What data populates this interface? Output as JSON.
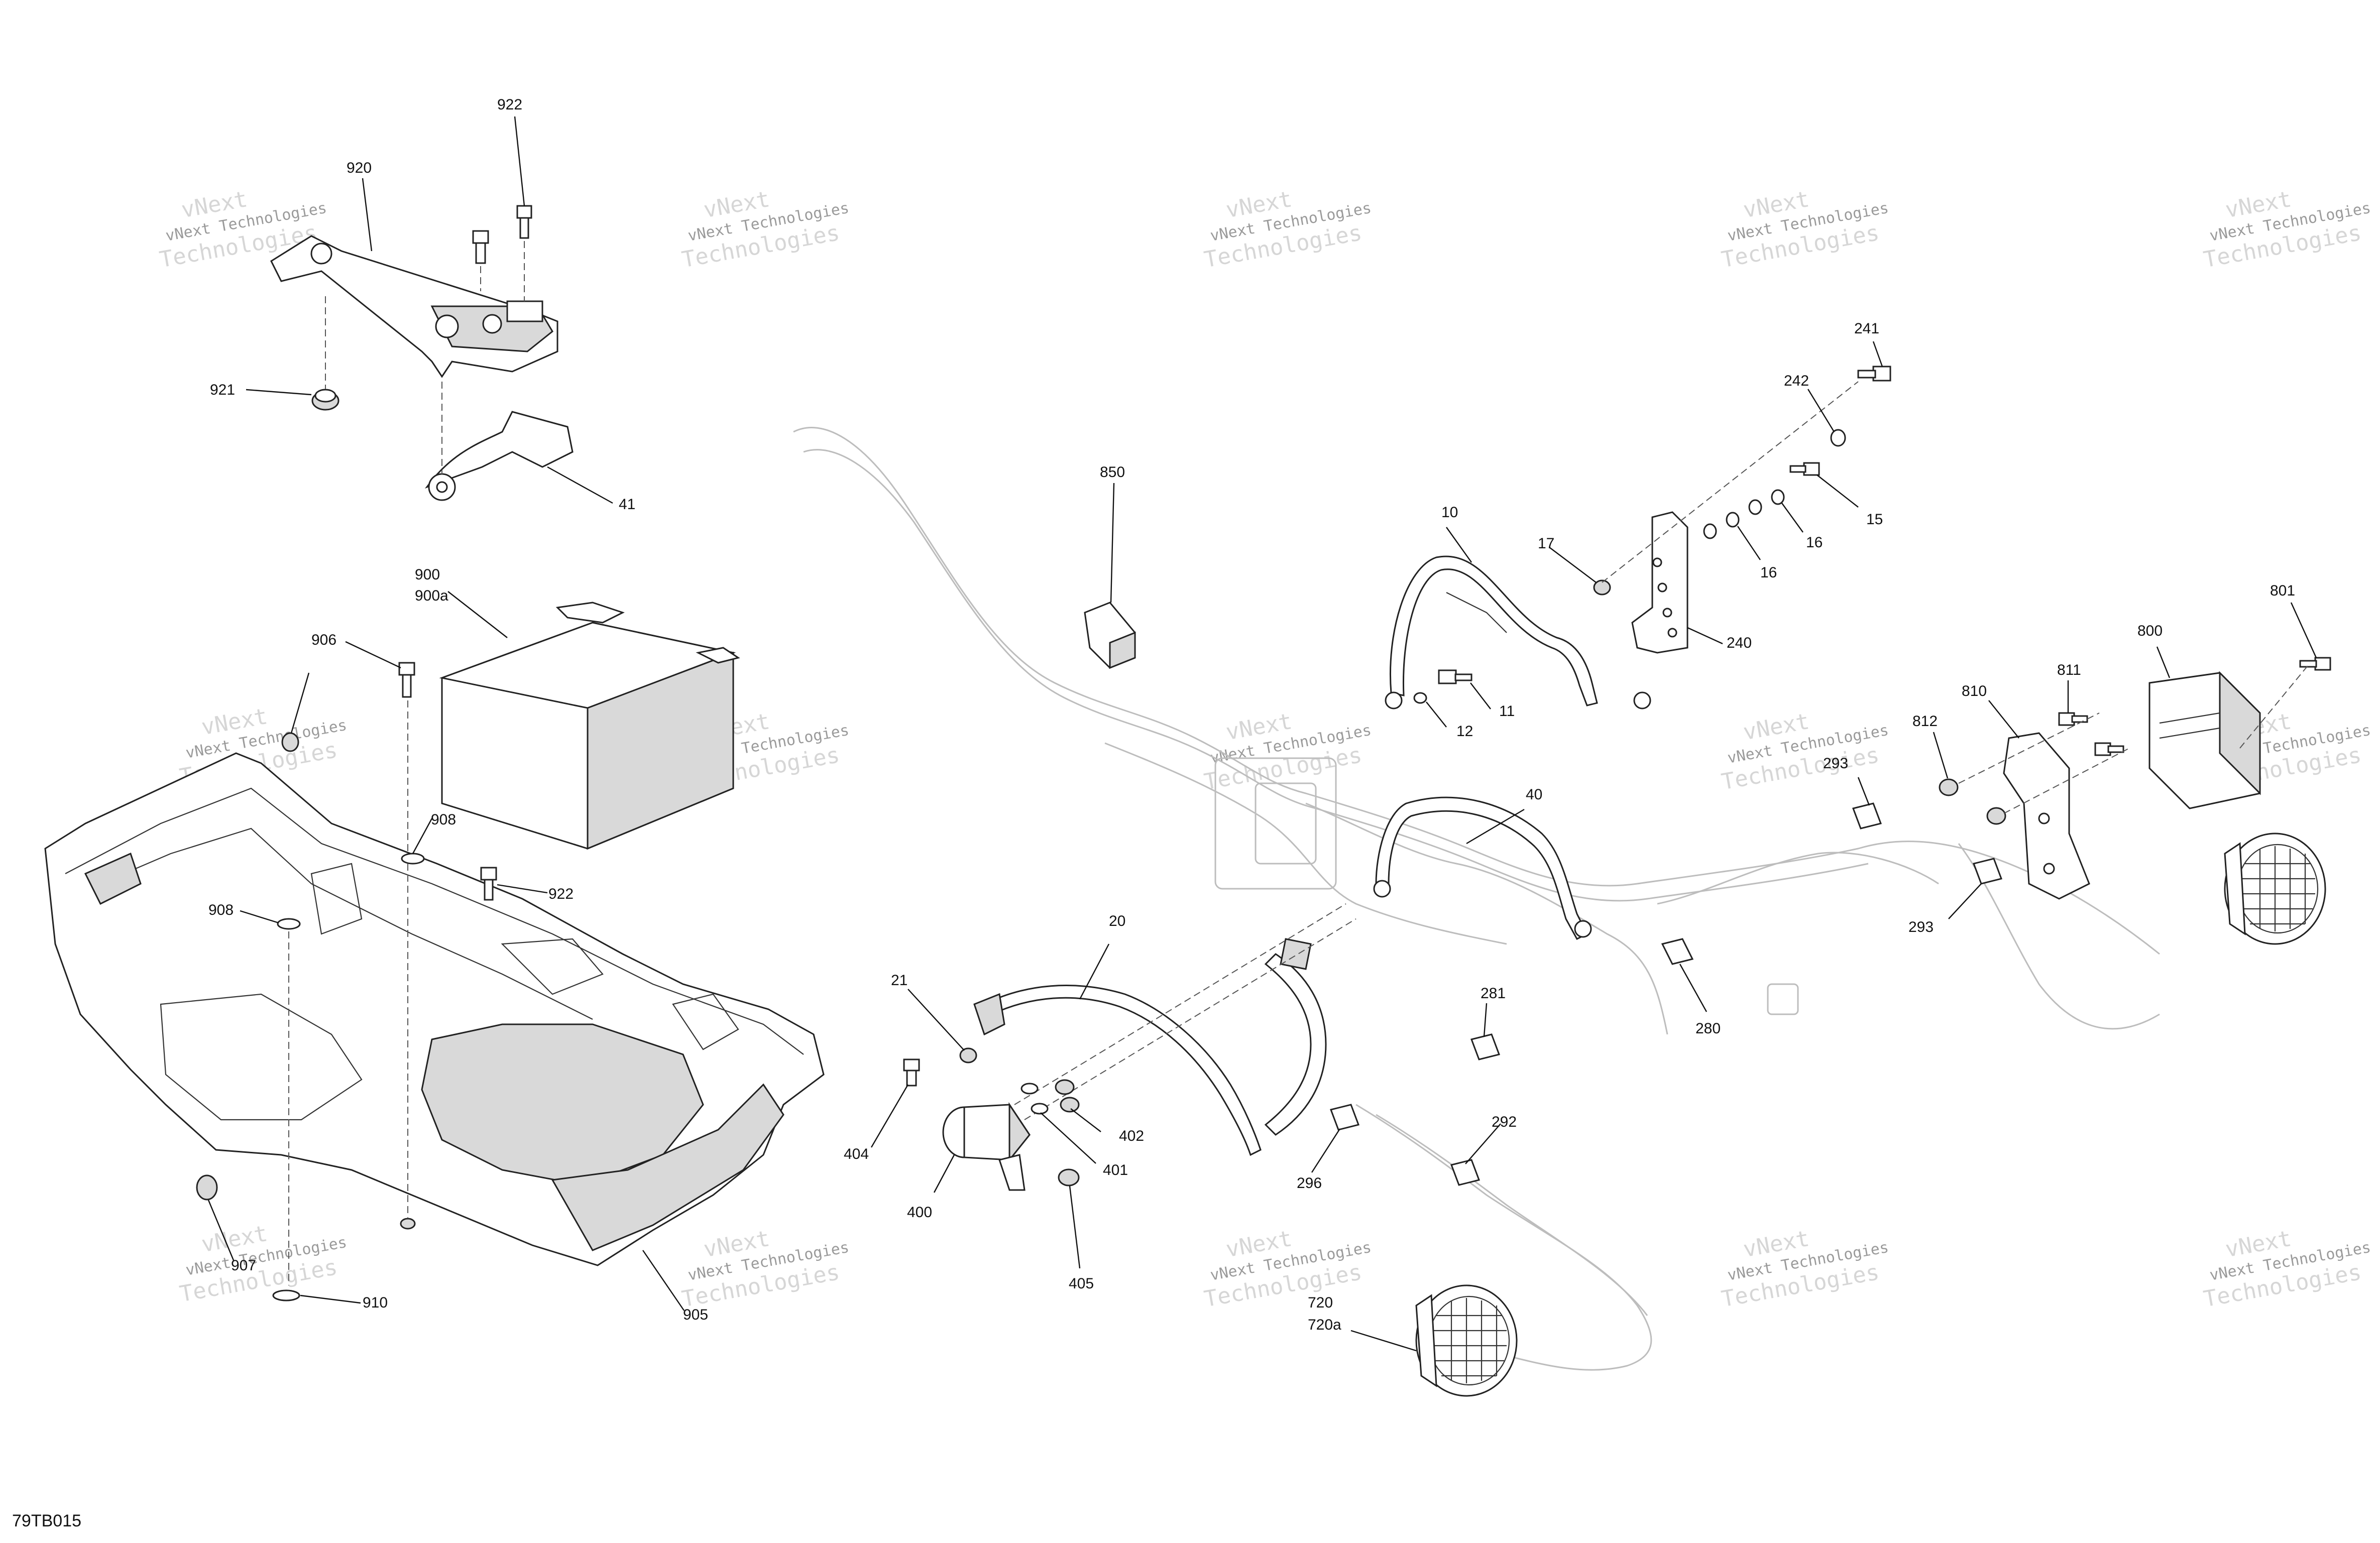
{
  "diagram": {
    "code": "79TB015",
    "labels": {
      "p922a": "922",
      "p920": "920",
      "p921": "921",
      "p41": "41",
      "p900": "900",
      "p900a": "900a",
      "p906": "906",
      "p908a": "908",
      "p908b": "908",
      "p922b": "922",
      "p907": "907",
      "p910": "910",
      "p905": "905",
      "p850": "850",
      "p241": "241",
      "p242": "242",
      "p15": "15",
      "p16a": "16",
      "p16b": "16",
      "p10": "10",
      "p17": "17",
      "p240": "240",
      "p11": "11",
      "p12": "12",
      "p801": "801",
      "p800": "800",
      "p811": "811",
      "p810": "810",
      "p812": "812",
      "p293a": "293",
      "p293b": "293",
      "p40": "40",
      "p20": "20",
      "p21": "21",
      "p404": "404",
      "p402": "402",
      "p401": "401",
      "p400": "400",
      "p405": "405",
      "p281": "281",
      "p280": "280",
      "p292": "292",
      "p296": "296",
      "p720": "720",
      "p720a": "720a"
    },
    "watermark": {
      "company": "vNext Technologies",
      "top": "vNext",
      "bottom": "Technologies"
    },
    "colors": {
      "ink": "#111111",
      "harness": "#bdbdbd",
      "shade": "#d9d9d9",
      "watermark": "#9a9a9a"
    }
  }
}
